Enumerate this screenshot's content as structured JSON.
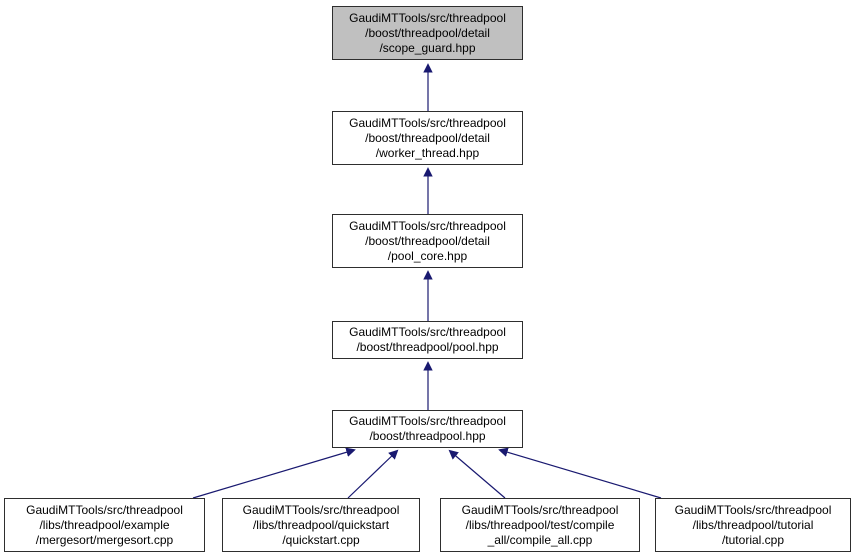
{
  "diagram": {
    "kind": "include-dependency-graph",
    "colors": {
      "arrow": "#191970",
      "node_border": "#2e2e2e",
      "node_fill": "#ffffff",
      "highlight_fill": "#c0c0c0",
      "text": "#000000",
      "background": "#ffffff"
    },
    "nodes": [
      {
        "id": "scope_guard",
        "label": "GaudiMTTools/src/threadpool\n/boost/threadpool/detail\n/scope_guard.hpp",
        "highlighted": true
      },
      {
        "id": "worker_thread",
        "label": "GaudiMTTools/src/threadpool\n/boost/threadpool/detail\n/worker_thread.hpp",
        "highlighted": false
      },
      {
        "id": "pool_core",
        "label": "GaudiMTTools/src/threadpool\n/boost/threadpool/detail\n/pool_core.hpp",
        "highlighted": false
      },
      {
        "id": "pool",
        "label": "GaudiMTTools/src/threadpool\n/boost/threadpool/pool.hpp",
        "highlighted": false
      },
      {
        "id": "threadpool",
        "label": "GaudiMTTools/src/threadpool\n/boost/threadpool.hpp",
        "highlighted": false
      },
      {
        "id": "mergesort",
        "label": "GaudiMTTools/src/threadpool\n/libs/threadpool/example\n/mergesort/mergesort.cpp",
        "highlighted": false
      },
      {
        "id": "quickstart",
        "label": "GaudiMTTools/src/threadpool\n/libs/threadpool/quickstart\n/quickstart.cpp",
        "highlighted": false
      },
      {
        "id": "compile_all",
        "label": "GaudiMTTools/src/threadpool\n/libs/threadpool/test/compile\n_all/compile_all.cpp",
        "highlighted": false
      },
      {
        "id": "tutorial",
        "label": "GaudiMTTools/src/threadpool\n/libs/threadpool/tutorial\n/tutorial.cpp",
        "highlighted": false
      }
    ],
    "edges": [
      {
        "from": "worker_thread",
        "to": "scope_guard"
      },
      {
        "from": "pool_core",
        "to": "worker_thread"
      },
      {
        "from": "pool",
        "to": "pool_core"
      },
      {
        "from": "threadpool",
        "to": "pool"
      },
      {
        "from": "mergesort",
        "to": "threadpool"
      },
      {
        "from": "quickstart",
        "to": "threadpool"
      },
      {
        "from": "compile_all",
        "to": "threadpool"
      },
      {
        "from": "tutorial",
        "to": "threadpool"
      }
    ]
  }
}
